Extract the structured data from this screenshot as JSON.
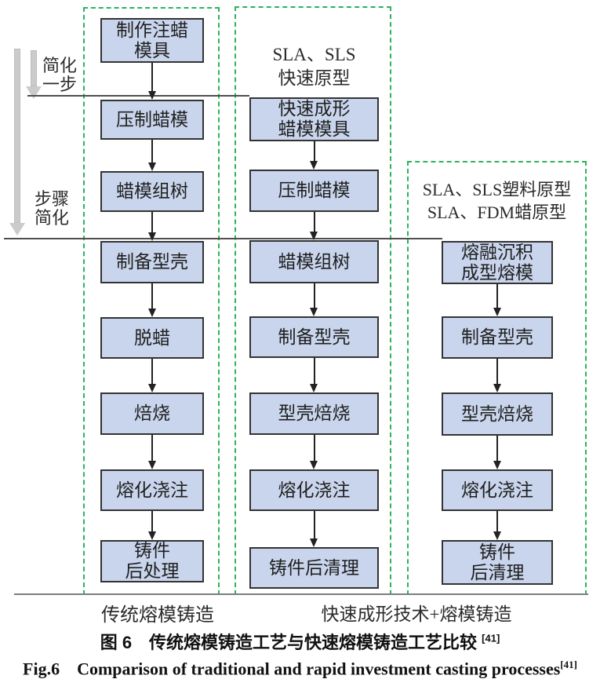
{
  "annotations": {
    "simplify_one_step": "简化\n一步",
    "steps_simplified": "步骤\n简化"
  },
  "columns": [
    {
      "name": "traditional",
      "header": "",
      "boxes": [
        "制作注蜡\n模具",
        "压制蜡模",
        "蜡模组树",
        "制备型壳",
        "脱蜡",
        "焙烧",
        "熔化浇注",
        "铸件\n后处理"
      ]
    },
    {
      "name": "rapid-wax-mold",
      "header": "SLA、SLS\n快速原型",
      "boxes": [
        "快速成形\n蜡模模具",
        "压制蜡模",
        "蜡模组树",
        "制备型壳",
        "型壳焙烧",
        "熔化浇注",
        "铸件后清理"
      ]
    },
    {
      "name": "rapid-pattern",
      "header": "SLA、SLS塑料原型\nSLA、FDM蜡原型",
      "boxes": [
        "熔融沉积\n成型熔模",
        "制备型壳",
        "型壳焙烧",
        "熔化浇注",
        "铸件\n后清理"
      ]
    }
  ],
  "footer_labels": {
    "left": "传统熔模铸造",
    "right": "快速成形技术+熔模铸造"
  },
  "captions": {
    "zh": "图 6　传统熔模铸造工艺与快速熔模铸造工艺比较 ",
    "zh_ref": "[41]",
    "en": "Fig.6 Comparison of traditional and rapid investment casting processes",
    "en_ref": "[41]"
  },
  "colors": {
    "box_fill": "#c9d5ec",
    "box_border": "#333333",
    "group_border": "#2cb45a",
    "connector_line": "#4f4f4f",
    "gray_arrow": "#cbcbcb"
  }
}
